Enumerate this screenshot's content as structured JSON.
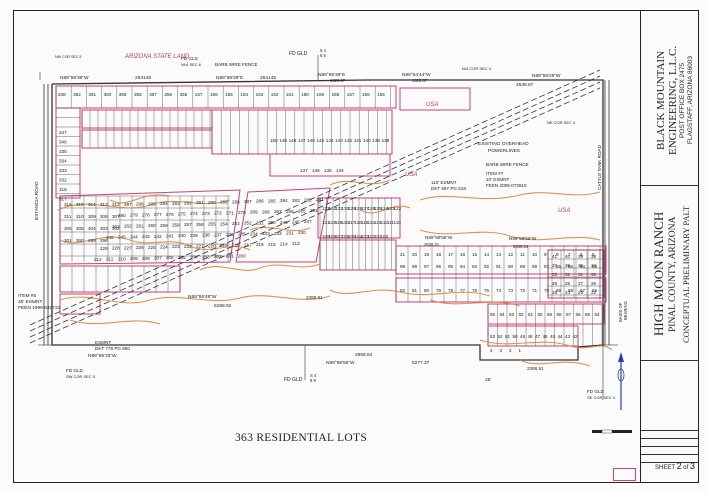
{
  "colors": {
    "parcel": "#c8407a",
    "contour": "#d88a3a",
    "line": "#333333",
    "land": "#c23a3a",
    "bg": "#fbfbfb"
  },
  "title_block": {
    "firm_line1": "BLACK MOUNTAIN",
    "firm_line2": "ENGINEERING, L.L.C.",
    "address1": "POST OFFICE BOX 2475",
    "address2": "FLAGSTAFF, ARIZONA 86003",
    "project1": "HIGH MOON RANCH",
    "project2": "PINAL COUNTY, ARIZONA",
    "project3": "CONCEPTUAL PRELIMINARY PALT",
    "sheet_prefix": "SHEET",
    "sheet_num": "2",
    "sheet_of": "of",
    "sheet_total": "3"
  },
  "caption": "363 RESIDENTIAL LOTS",
  "labels": {
    "state_land": "ARIZONA STATE LAND",
    "usa_top": "USA",
    "usa_mid": "USA",
    "usa_right": "USA",
    "fd_gld_top": "FD GLD",
    "fd_gld_bottom": "FD GLD",
    "fd_gld_left": "FD GLD",
    "fd_gld_left2": "FD GLD",
    "fd_gld_right": "FD GLD",
    "n14_a": "NI/4 SEC 6",
    "n14_b": "N/4 COR SEC 4",
    "nw_cor": "NW COR SEC 5",
    "ne_cor": "NE COR SEC 4",
    "sw_cor": "SW COR SEC 5",
    "se_cor": "SE COR SEC 4",
    "barb1": "BARB WIRE FENCE",
    "barb2": "BARB WIRE FENCE",
    "brg1": "N89°59'36\"W",
    "brg2": "N89°59'39\"E",
    "brg3": "N89°59'39\"E",
    "brg4": "N89°54'44\"W",
    "brg5": "N89°59'25\"W",
    "brg6": "N89°59'48\"W",
    "brg7": "N89°59'33\"W",
    "brg8": "N89°58'56\"W",
    "brg9": "N89°58'56\"W",
    "dist1": "264145",
    "dist2": "264145",
    "dist3": "1329.97",
    "dist4": "1329.07",
    "dist5": "2639.87",
    "dist6": "5288.92",
    "dist7": "2968.64",
    "dist8": "5277.37",
    "dist9": "2639.21",
    "dist10": "2639.24",
    "dist11": "2388.91",
    "powerlines": "EXISTING OVERHEAD POWERLINES",
    "esmt1": "110' ESMNT",
    "esmt1b": "DKT 597 PG 518",
    "item7": "ITEM #7",
    "item7b": "10' ESMNT",
    "item7c": "FEEN 2005-073910",
    "item5": "ITEM #5",
    "item5b": "25' ESMNT",
    "item5c": "FEEN 1999-040722",
    "esmt_bot": "ESMNT",
    "esmt_botb": "DKT 776 PG 860",
    "road_left": "ESTANCIA ROAD",
    "road_right": "CATTLE TANK ROAD",
    "sec_corner": "S 4",
    "sec_corner2": "8 9",
    "sec_corner_top": "5 4",
    "sec_corner_top2": "6 5",
    "twentyfive": "25'",
    "bearing": "BEARING",
    "basis": "BASIS OF"
  },
  "lots": {
    "rowA": [
      "348",
      "362",
      "361",
      "360",
      "359",
      "358",
      "357",
      "356",
      "355",
      "167",
      "166",
      "165",
      "164",
      "163",
      "162",
      "161",
      "160",
      "159",
      "158",
      "157",
      "156",
      "155"
    ],
    "col347": [
      "347",
      "346",
      "335",
      "334",
      "333",
      "332",
      "318",
      "317"
    ],
    "midA": [
      "150",
      "149",
      "148",
      "147",
      "146",
      "145",
      "144",
      "143",
      "142",
      "141",
      "140",
      "139",
      "138"
    ],
    "midB": [
      "137",
      "136",
      "135",
      "134"
    ],
    "left": [
      "316",
      "315",
      "314",
      "313",
      "312",
      "311",
      "310",
      "309",
      "308",
      "307",
      "306",
      "305",
      "304",
      "303",
      "302",
      "301",
      "300",
      "299",
      "298"
    ],
    "diag": [
      "297",
      "296",
      "295",
      "294",
      "293",
      "292",
      "291",
      "290",
      "289",
      "288",
      "287",
      "286",
      "285",
      "284",
      "283",
      "282",
      "281",
      "280",
      "279",
      "278",
      "277",
      "276",
      "275",
      "274",
      "273",
      "272",
      "271",
      "270",
      "269",
      "268",
      "267",
      "266",
      "265",
      "264",
      "263",
      "262",
      "261",
      "260",
      "259",
      "258",
      "257",
      "256",
      "255",
      "254",
      "253",
      "252",
      "251",
      "250",
      "249",
      "248",
      "247",
      "246",
      "245",
      "244",
      "243",
      "242",
      "241",
      "240",
      "239",
      "238",
      "237",
      "236",
      "235",
      "234",
      "233",
      "232",
      "231",
      "230",
      "229",
      "228",
      "227",
      "226",
      "225",
      "224",
      "223",
      "222",
      "221",
      "220",
      "219",
      "218",
      "217",
      "216",
      "215",
      "214",
      "213",
      "212",
      "211",
      "210",
      "209",
      "208",
      "207",
      "206",
      "205",
      "204",
      "203",
      "202",
      "201",
      "200"
    ],
    "center": [
      "133",
      "132",
      "131",
      "130",
      "129",
      "128",
      "127",
      "126",
      "125",
      "124",
      "123",
      "122",
      "121",
      "120",
      "119",
      "118",
      "117",
      "116",
      "115",
      "114",
      "113",
      "112",
      "111",
      "110",
      "109",
      "108",
      "107",
      "106",
      "105",
      "104",
      "103",
      "102",
      "101",
      "100"
    ],
    "right": [
      "99",
      "98",
      "97",
      "96",
      "95",
      "94",
      "93",
      "92",
      "91",
      "90",
      "89",
      "88",
      "87",
      "86",
      "85",
      "84",
      "83",
      "82",
      "81",
      "80",
      "79",
      "78",
      "77",
      "76",
      "75",
      "74",
      "73",
      "72",
      "71",
      "70",
      "69",
      "68",
      "67",
      "66",
      "65",
      "64",
      "63",
      "62",
      "61",
      "60",
      "59",
      "58",
      "57",
      "56",
      "55",
      "54",
      "53",
      "52",
      "51",
      "50",
      "49",
      "48",
      "47",
      "46",
      "45",
      "44",
      "43",
      "42",
      "41",
      "40",
      "39",
      "38",
      "37",
      "36",
      "35",
      "34",
      "33",
      "32",
      "31",
      "30",
      "29",
      "28",
      "27",
      "26",
      "25",
      "24",
      "23",
      "22",
      "21",
      "20",
      "19",
      "18",
      "17",
      "16",
      "15",
      "14",
      "13",
      "12",
      "11",
      "10",
      "9",
      "8",
      "7",
      "6",
      "5",
      "4",
      "3",
      "2",
      "1"
    ]
  }
}
